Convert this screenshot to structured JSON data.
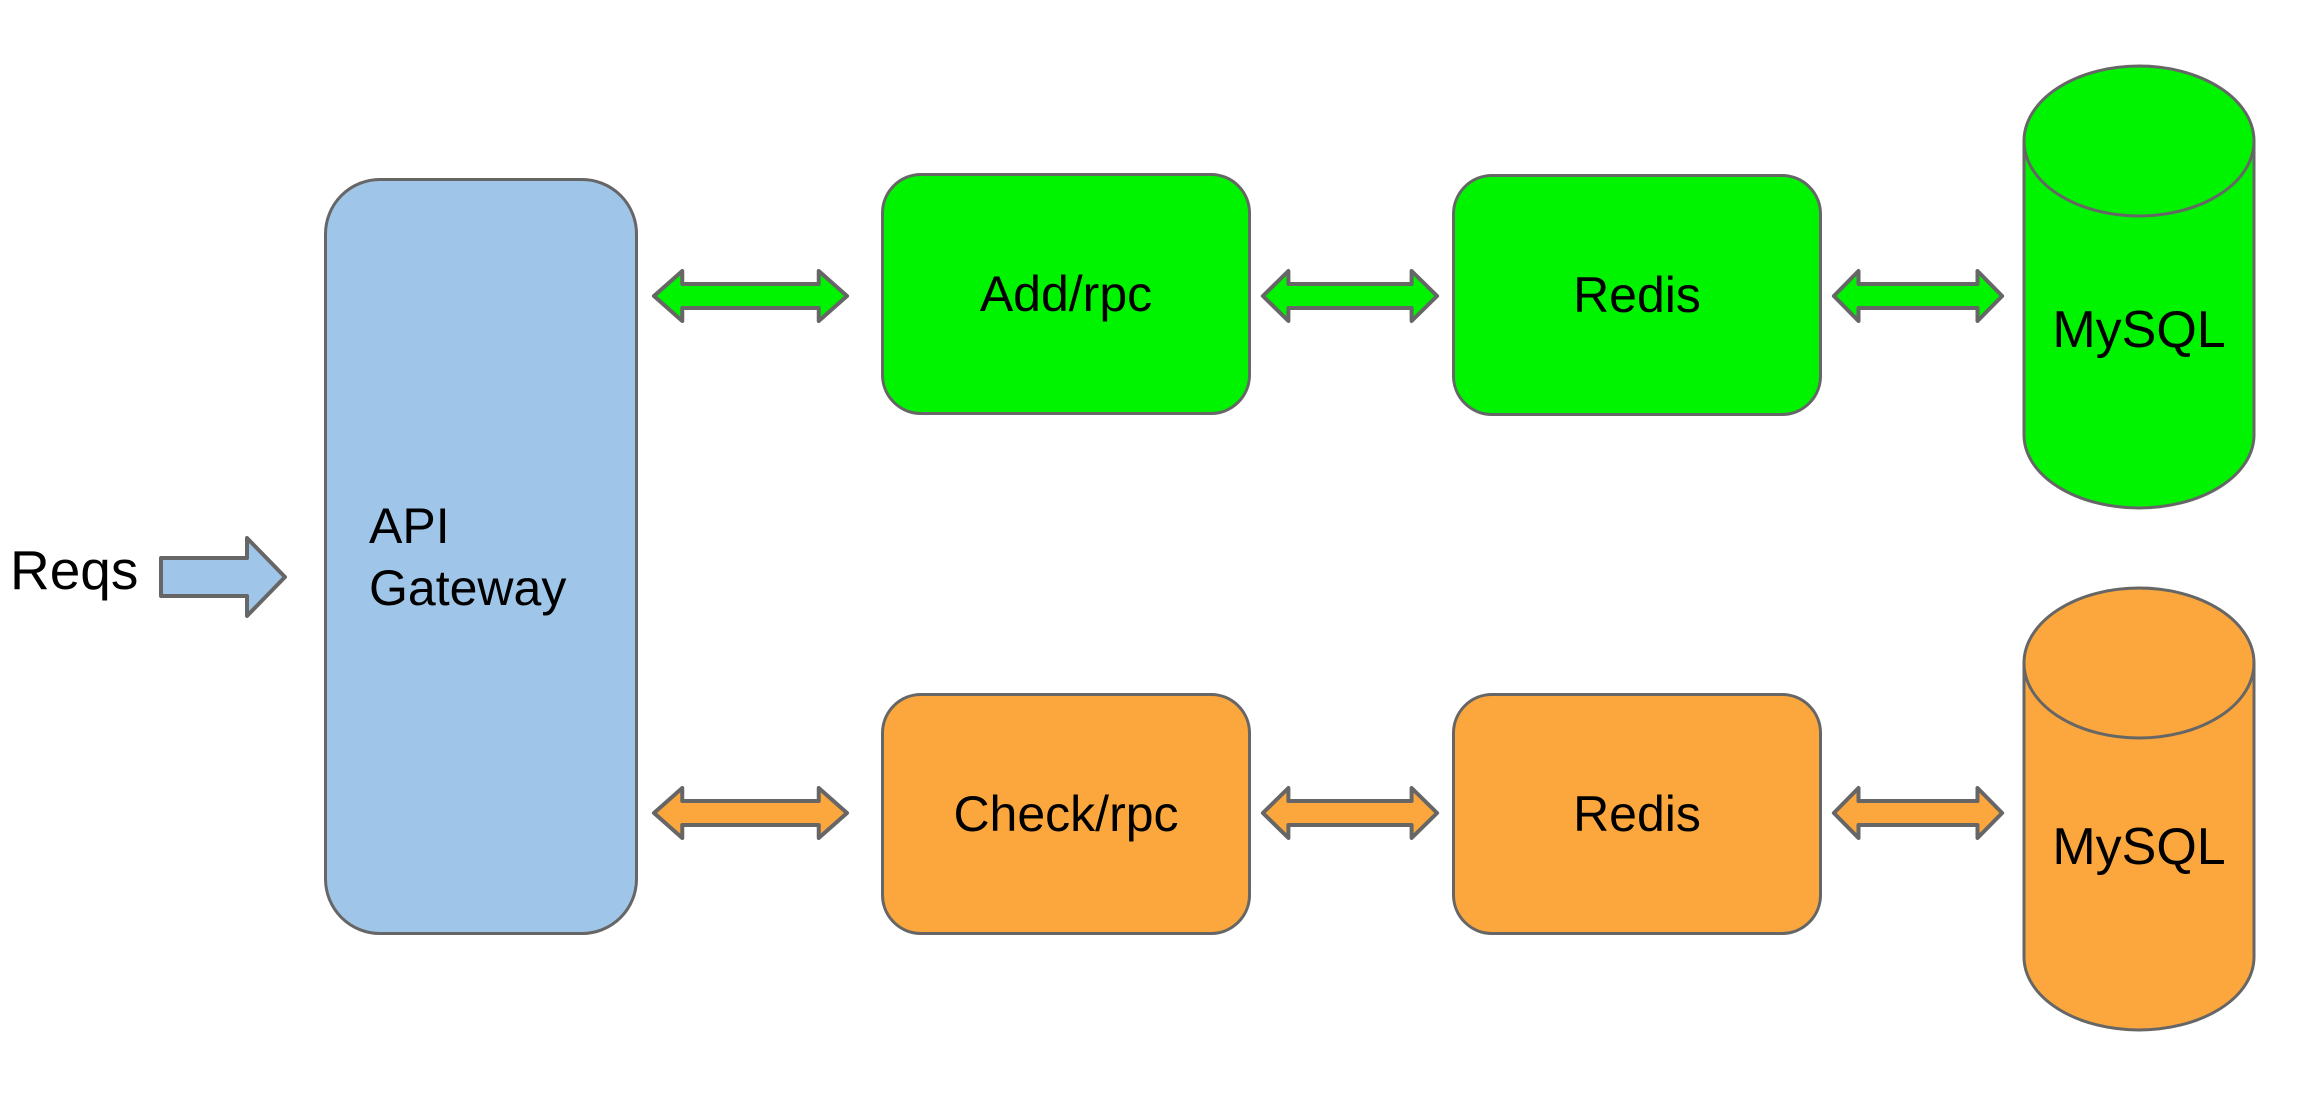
{
  "diagram": {
    "background": "#ffffff",
    "input_label": "Reqs",
    "gateway_label": "API\nGateway"
  },
  "colors": {
    "blue": "#9fc5e8",
    "green": "#00f400",
    "orange": "#fba73d",
    "stroke": "#666666",
    "text": "#000000",
    "bg": "#ffffff"
  },
  "flows": [
    {
      "id": "add",
      "color": "green",
      "service": "Add/rpc",
      "cache": "Redis",
      "database": "MySQL"
    },
    {
      "id": "check",
      "color": "orange",
      "service": "Check/rpc",
      "cache": "Redis",
      "database": "MySQL"
    }
  ]
}
